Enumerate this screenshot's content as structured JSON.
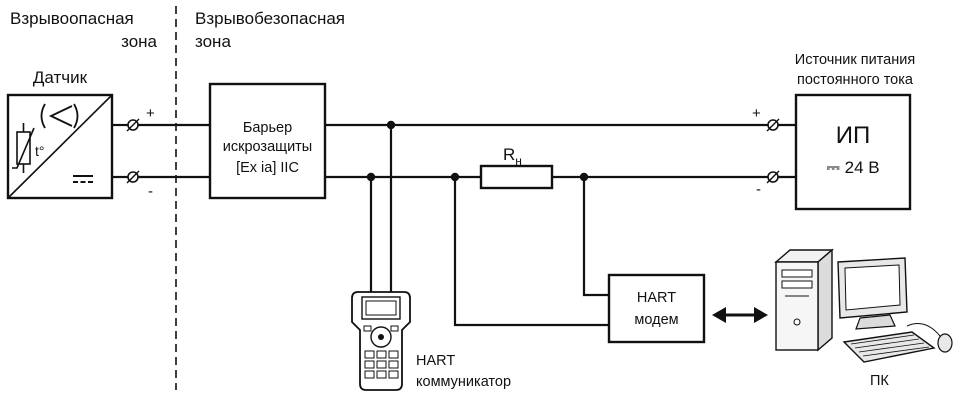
{
  "zones": {
    "hazardous": [
      "Взрывоопасная",
      "зона"
    ],
    "safe": [
      "Взрывобезопасная",
      "зона"
    ]
  },
  "sensor": {
    "title": "Датчик",
    "temp_symbol": "t°",
    "terminal_plus": "+",
    "terminal_minus": "-"
  },
  "barrier": {
    "lines": [
      "Барьер",
      "искрозащиты",
      "[Ex ia] IIC"
    ]
  },
  "resistor": {
    "label": "R",
    "subscript": "н"
  },
  "power_supply": {
    "caption": [
      "Источник питания",
      "постоянного тока"
    ],
    "title": "ИП",
    "voltage": "⎓ 24 В",
    "terminal_plus": "+",
    "terminal_minus": "-"
  },
  "hart_modem": {
    "lines": [
      "HART",
      "модем"
    ]
  },
  "hart_communicator": {
    "lines": [
      "HART",
      "коммуникатор"
    ]
  },
  "pc": {
    "label": "ПК"
  }
}
